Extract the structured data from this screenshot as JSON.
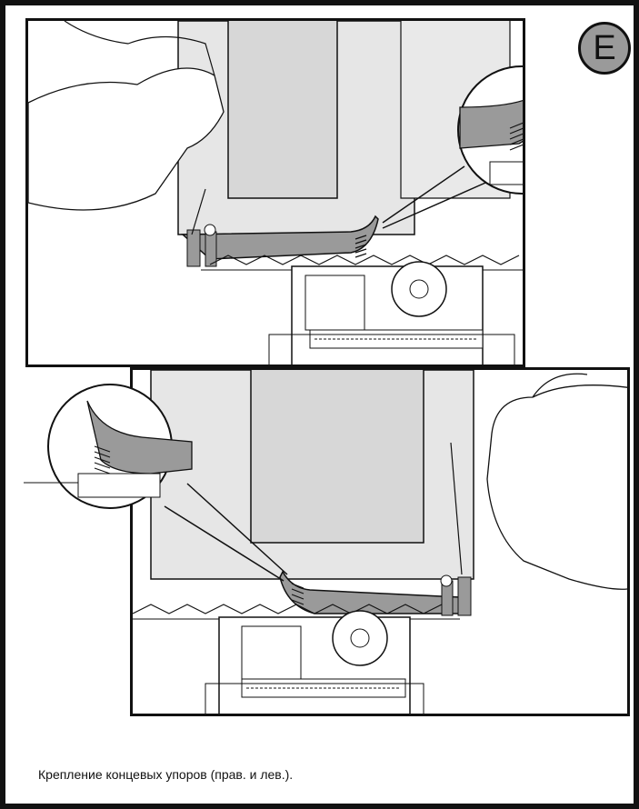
{
  "step": {
    "letter": "E"
  },
  "caption": {
    "text": "Крепление концевых упоров (прав. и лев.)."
  },
  "panels": [
    {
      "name": "top",
      "side": "right"
    },
    {
      "name": "bottom",
      "side": "left"
    }
  ],
  "colors": {
    "ink": "#111111",
    "gray": "#9a9a9a",
    "light_gray": "#e6e6e6",
    "white": "#ffffff"
  }
}
